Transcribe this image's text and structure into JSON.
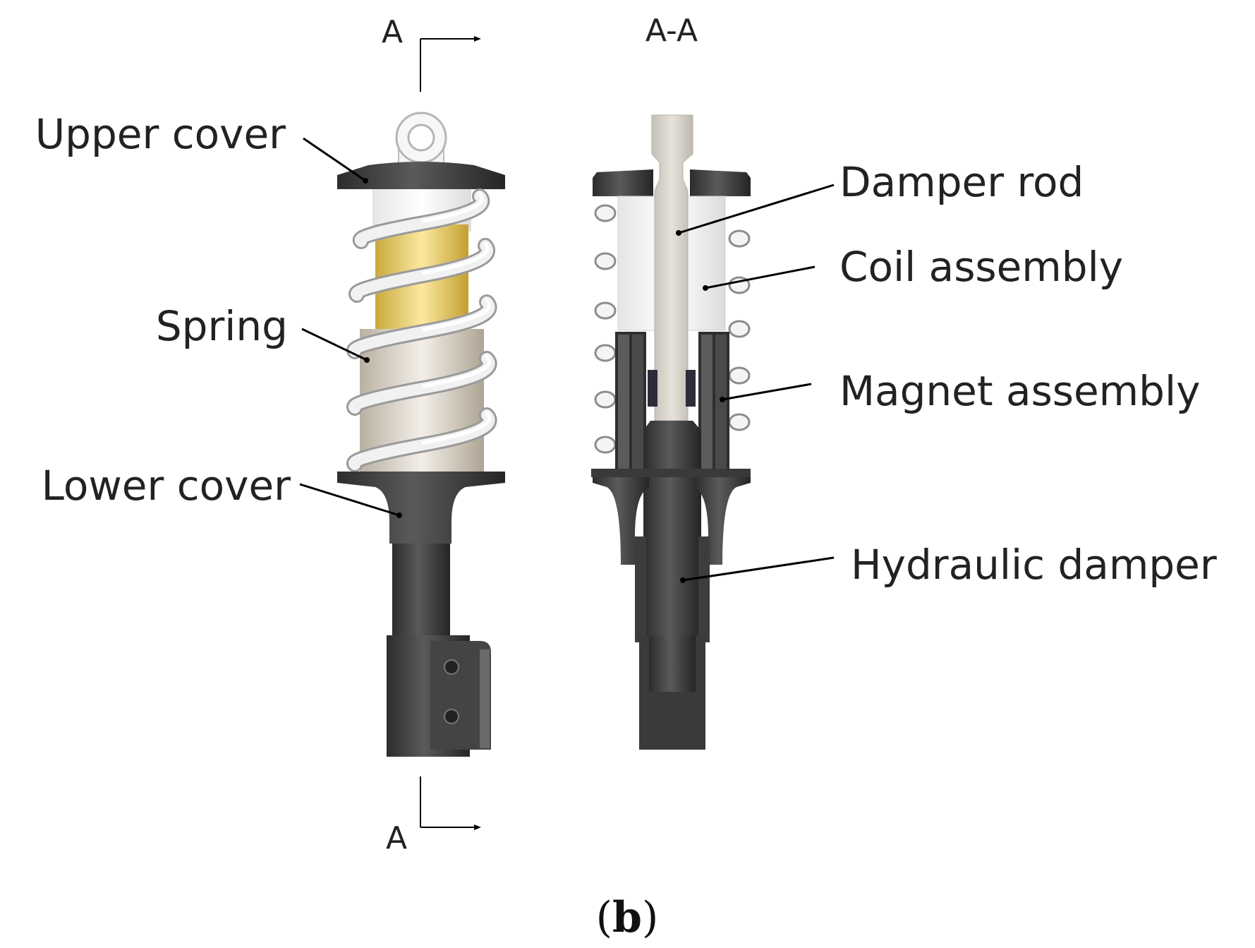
{
  "section_marks": {
    "top": "A",
    "bottom": "A",
    "view_title": "A-A"
  },
  "labels": {
    "upper_cover": "Upper cover",
    "spring": "Spring",
    "lower_cover": "Lower cover",
    "damper_rod": "Damper rod",
    "coil_assembly": "Coil assembly",
    "magnet_assembly": "Magnet assembly",
    "hydraulic_damper": "Hydraulic damper"
  },
  "caption": {
    "open": "(",
    "letter": "b",
    "close": ")"
  },
  "colors": {
    "dark_part": "#3a3a3a",
    "spring_white": "#eeeeee",
    "coil_yellow": "#f2d873",
    "sleeve_beige": "#d8d0c2",
    "rod_grey": "#d6d2cb"
  }
}
